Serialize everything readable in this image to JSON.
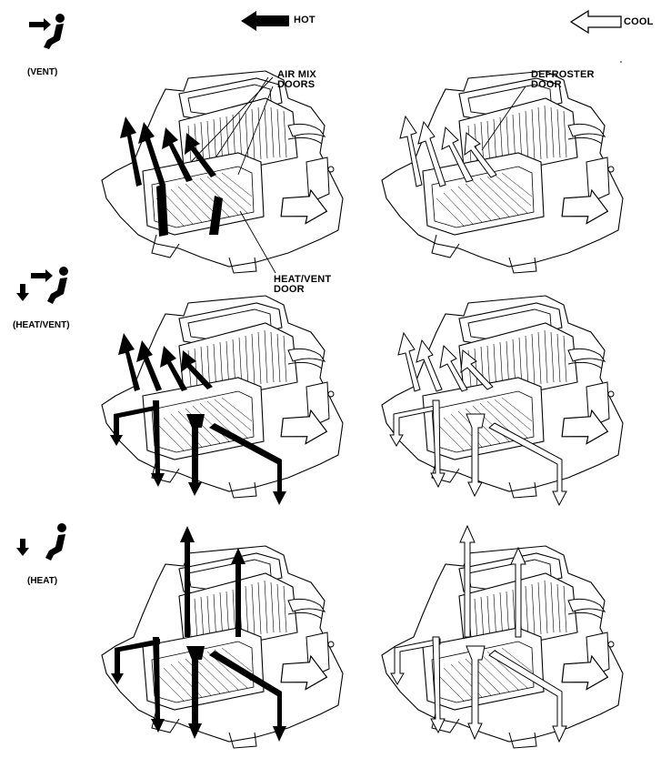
{
  "legend": {
    "hot": "HOT",
    "cool": "COOL"
  },
  "modes": [
    {
      "id": "vent",
      "label": "(VENT)"
    },
    {
      "id": "heat-vent",
      "label": "(HEAT/VENT)"
    },
    {
      "id": "heat",
      "label": "(HEAT)"
    }
  ],
  "callouts": {
    "air_mix_doors": [
      "AIR MIX",
      "DOORS"
    ],
    "defroster_door": [
      "DEFROSTER",
      "DOOR"
    ],
    "heat_vent_door": [
      "HEAT/VENT",
      "DOOR"
    ]
  },
  "colors": {
    "hot_flow": "#000000",
    "cool_flow": "#ffffff",
    "line": "#000000"
  }
}
